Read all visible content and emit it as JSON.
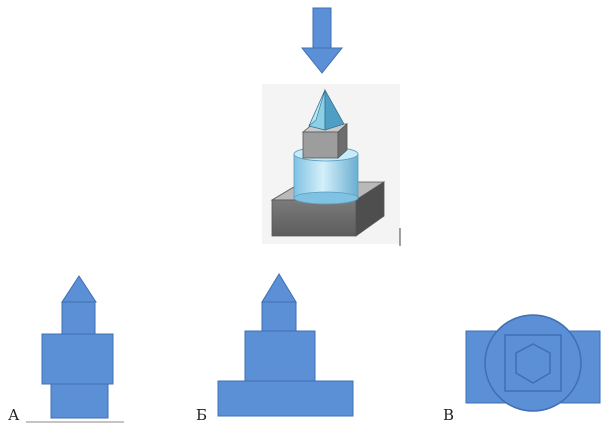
{
  "options": [
    {
      "label": "А"
    },
    {
      "label": "Б"
    },
    {
      "label": "В"
    }
  ],
  "colors": {
    "fill": "#5b8fd6",
    "stroke": "#3f6fb4",
    "concrete_dark": "#6f6f6f",
    "concrete_light": "#b5b5b5",
    "glass": "#a8dbef",
    "glass_dark": "#6fb8d8",
    "pyramid": "#8cd0e8",
    "pyramid_dark": "#4f9fc4"
  }
}
